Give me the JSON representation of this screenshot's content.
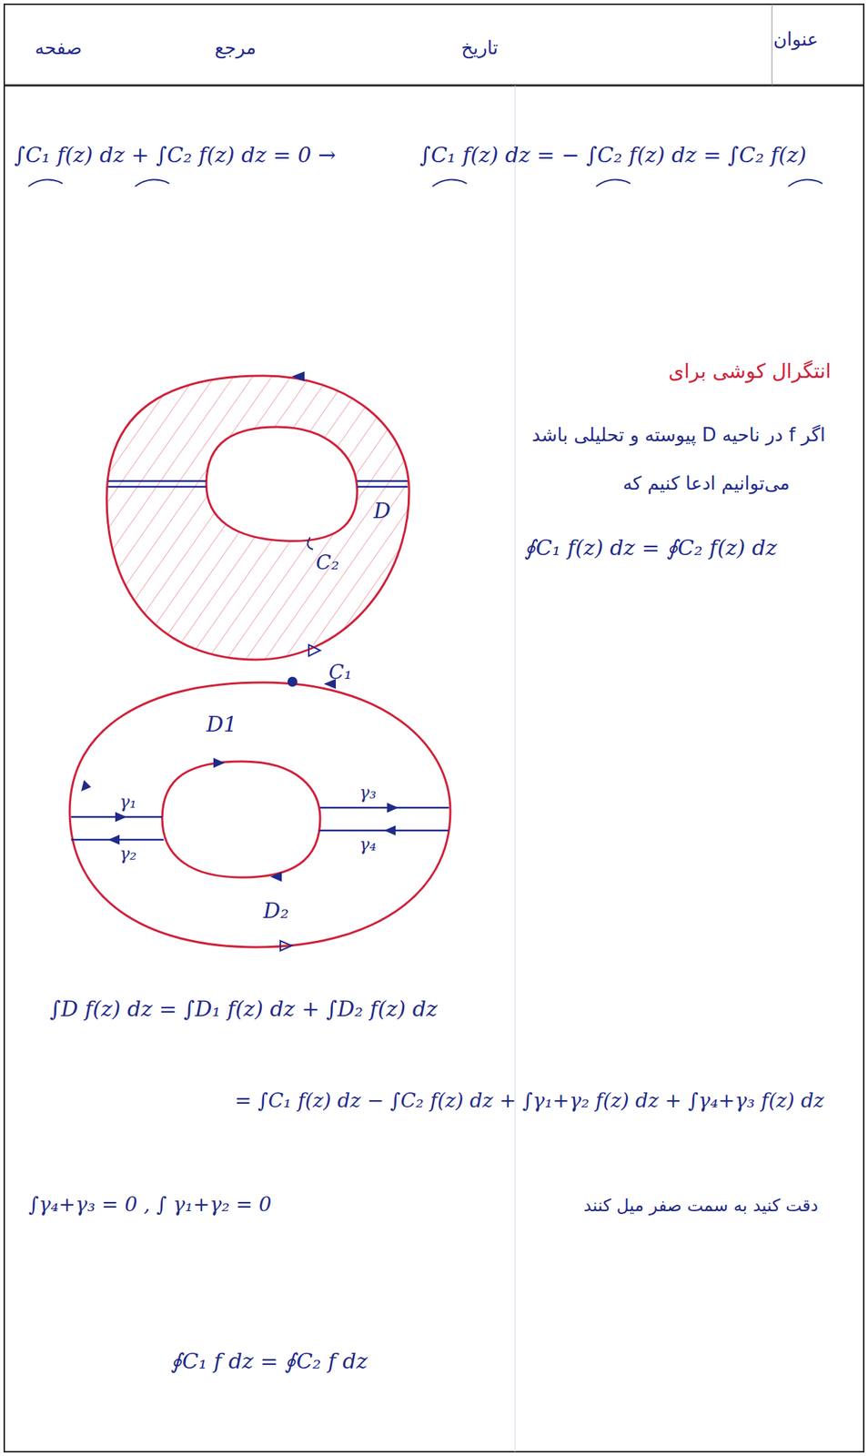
{
  "diagram": {
    "labels": [
      "عنوان",
      "تاریخ",
      "مرجع",
      "صفحه",
      "∫C₁ f(z) dz + ∫C₂ f(z) dz = 0 →",
      "∫C₁ f(z) dz = − ∫C₂ f(z) dz = ∫C₂ f(z)",
      "انتگرال کوشی برای",
      "اگر f در ناحیه D پیوسته و تحلیلی باشد",
      "می‌توانیم ادعا کنیم که",
      "∮C₁ f(z) dz = ∮C₂ f(z) dz",
      "C₂",
      "D",
      "C₁",
      "D1",
      "γ₁",
      "γ₂",
      "γ₃",
      "γ₄",
      "D₂",
      "∫D f(z) dz = ∫D₁ f(z) dz + ∫D₂ f(z) dz",
      "= ∫C₁ f(z) dz − ∫C₂ f(z) dz + ∫γ₁+γ₂ f(z) dz + ∫γ₄+γ₃ f(z) dz",
      "∫γ₄+γ₃ = 0 , ∫ γ₁+γ₂ = 0",
      "دقت کنید به سمت صفر میل کنند",
      "∮C₁ f dz = ∮C₂ f dz"
    ]
  }
}
